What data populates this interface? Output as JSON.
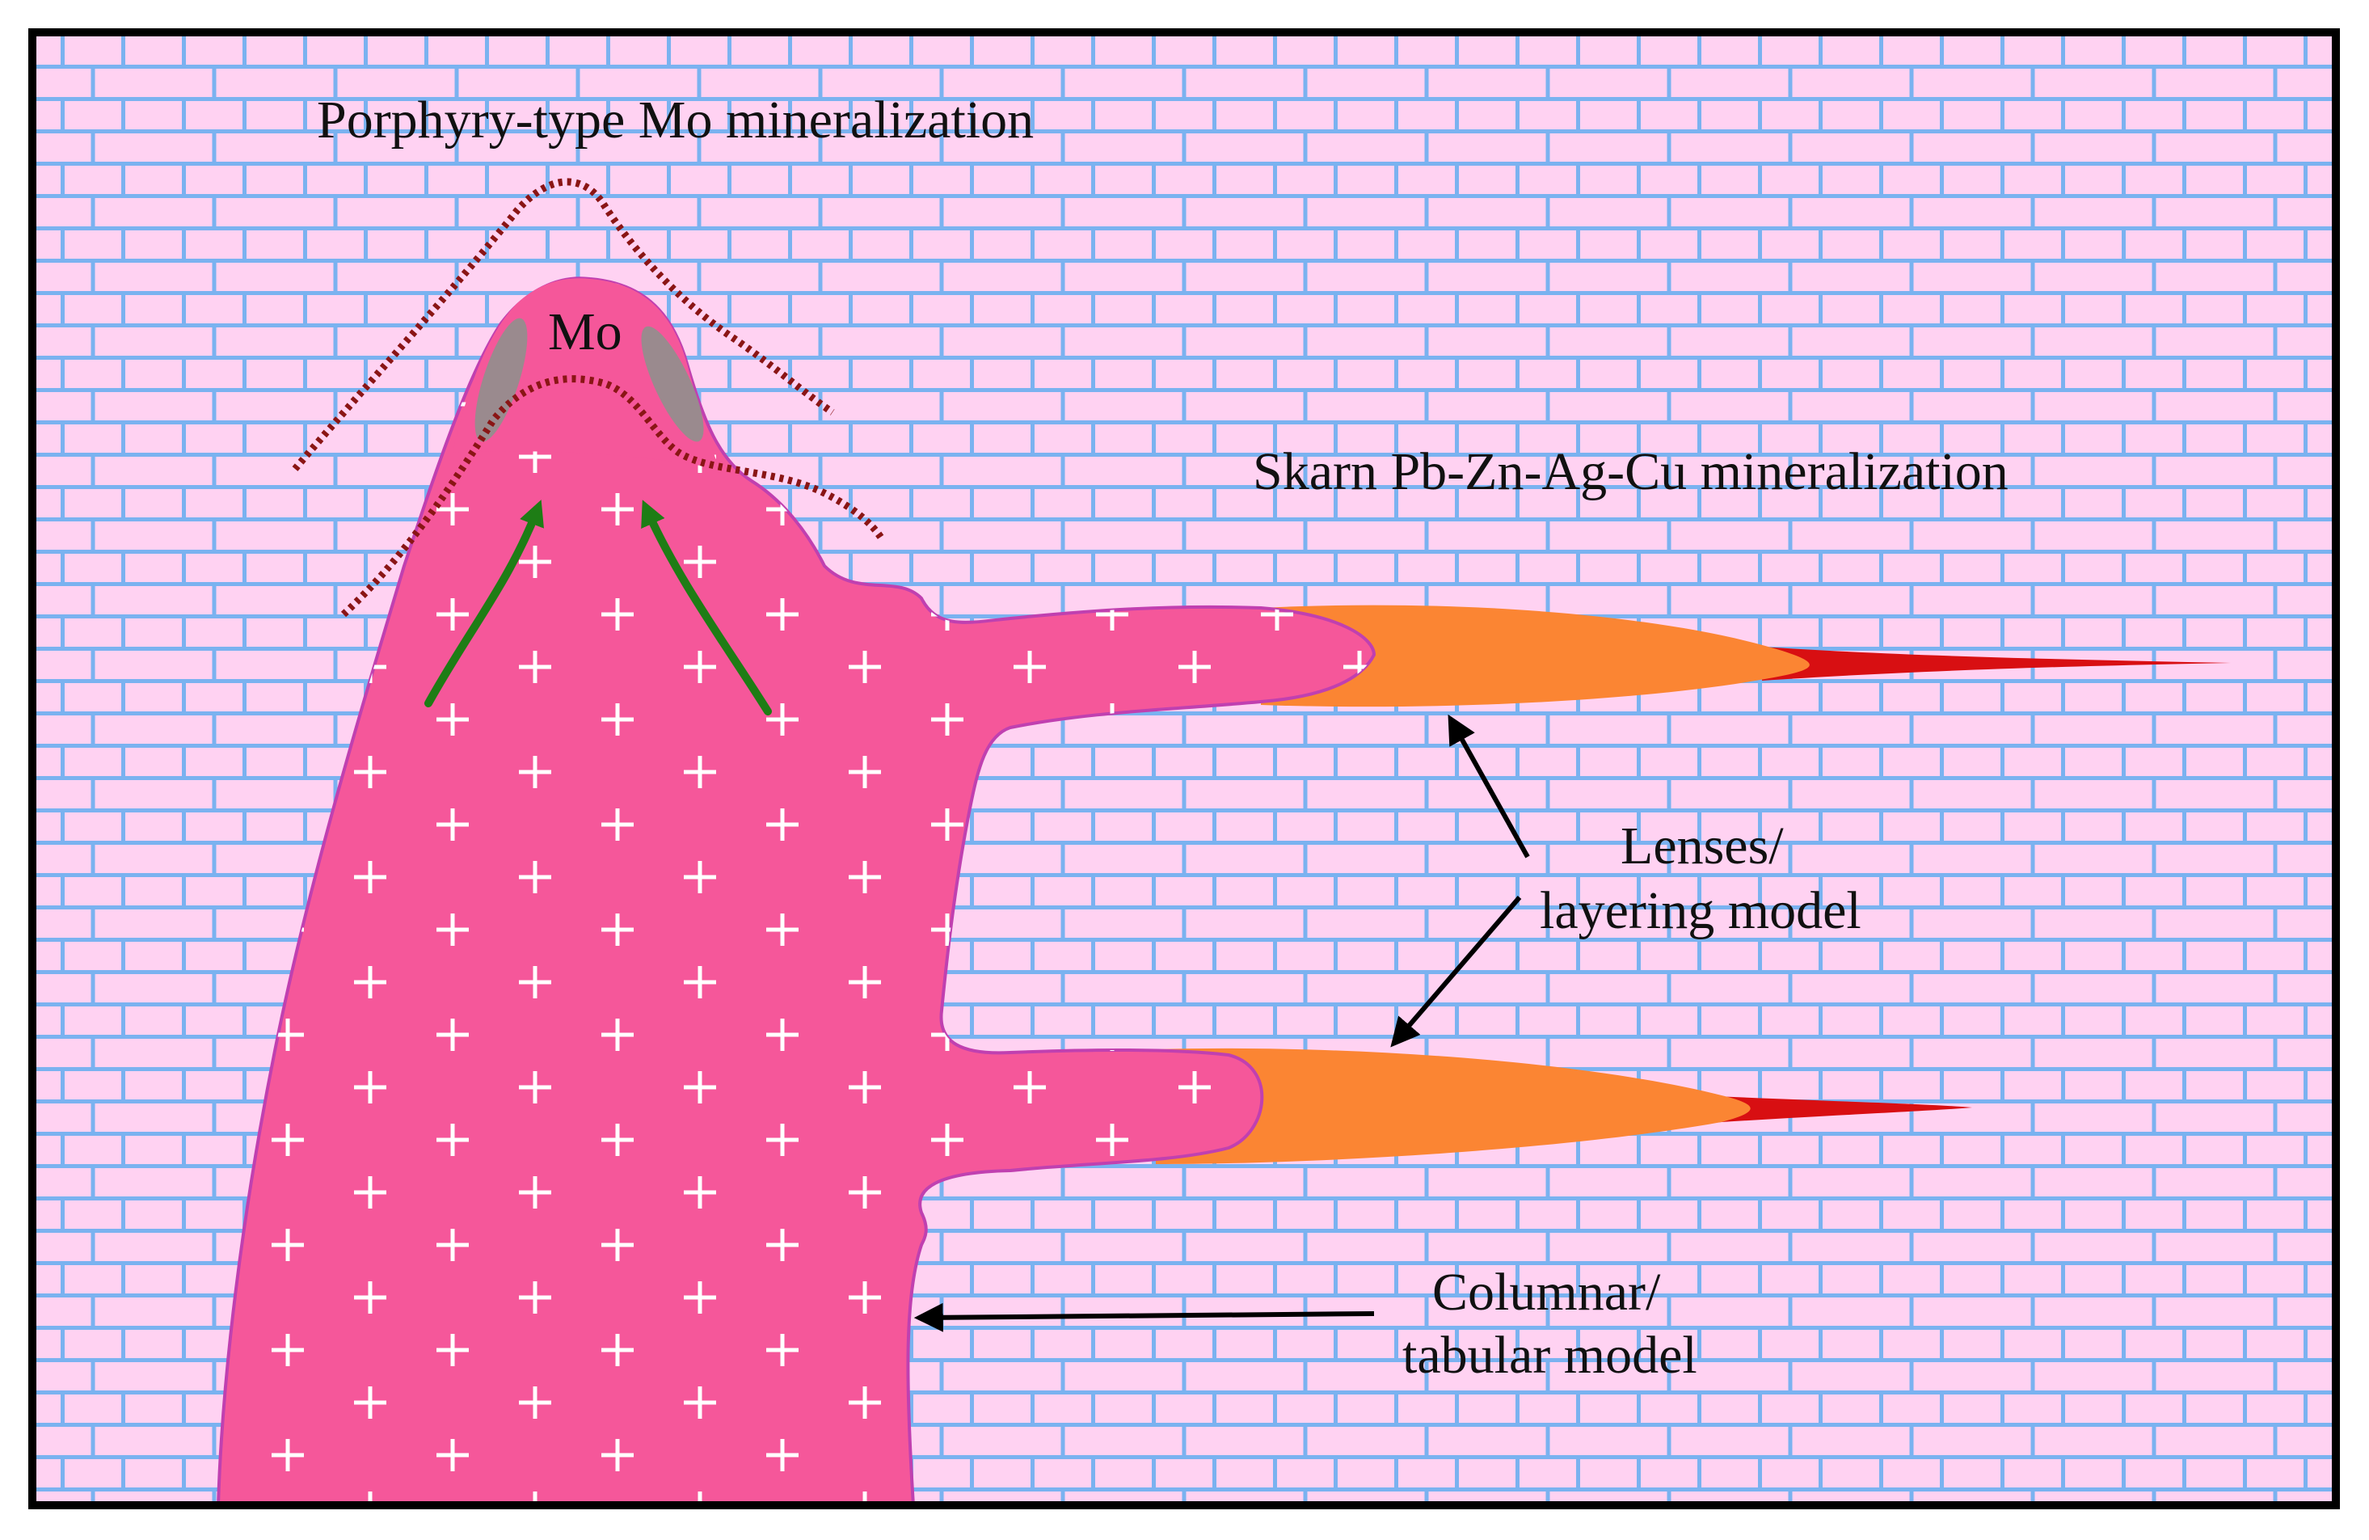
{
  "labels": {
    "porphyry": "Porphyry-type Mo mineralization",
    "mo": "Mo",
    "skarn": "Skarn Pb-Zn-Ag-Cu mineralization",
    "lenses_line1": "Lenses/",
    "lenses_line2": "layering model",
    "columnar_line1": "Columnar/",
    "columnar_line2": "tabular model"
  },
  "colors": {
    "limestone_fill": "#ffd2f2",
    "brick_lines": "#7ab2f0",
    "intrusion": "#f5579a",
    "intrusion_outline": "#c040b0",
    "skarn_orange": "#fb8533",
    "skarn_red": "#d80f12",
    "mo_zone": "#9a8a8e",
    "fluid_arrows": "#1e7d15",
    "alteration_boundary": "#8a1515",
    "frame": "#000000"
  },
  "icons": {
    "crosses": "plus-symbol",
    "fluid_flow": "curved-arrow-icon",
    "pointer": "arrow-icon"
  }
}
